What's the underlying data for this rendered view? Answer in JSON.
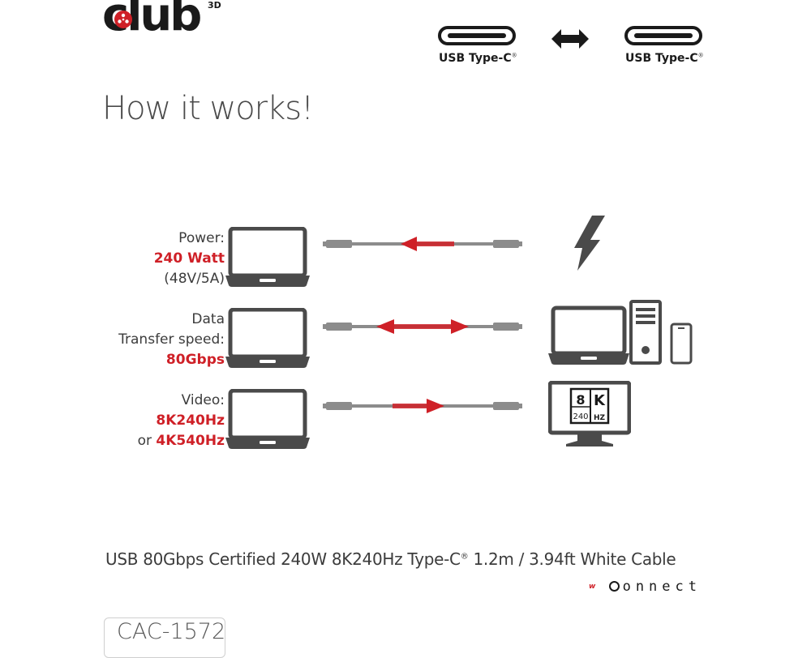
{
  "brand": {
    "logo_text": "club",
    "logo_sup": "3D"
  },
  "connectors": {
    "left_label": "USB Type-C",
    "right_label": "USB Type-C",
    "trademark": "®"
  },
  "heading": "How it works!",
  "rows": [
    {
      "lines": [
        {
          "text": "Power:",
          "emphasis": false
        },
        {
          "text": "240 Watt",
          "emphasis": true
        },
        {
          "text": "(48V/5A)",
          "emphasis": false
        }
      ],
      "device_icon": "lightning-bolt-icon",
      "arrow_direction": "left"
    },
    {
      "lines": [
        {
          "text": "Data",
          "emphasis": false
        },
        {
          "text": "Transfer speed:",
          "emphasis": false
        },
        {
          "text": "80Gbps",
          "emphasis": true
        }
      ],
      "device_icon": "laptop-desktop-phone-icon",
      "arrow_direction": "both"
    },
    {
      "lines": [
        {
          "text": "Video:",
          "emphasis": false
        },
        {
          "text": "8K240Hz",
          "emphasis": true
        },
        {
          "prefix": "or ",
          "text": "4K540Hz",
          "emphasis": true
        }
      ],
      "device_icon": "monitor-8k-icon",
      "arrow_direction": "right"
    }
  ],
  "monitor_badge": {
    "top": "8",
    "bottom": "240",
    "side_k": "K",
    "side_hz": "HZ"
  },
  "product": {
    "title_pre": "USB 80Gbps Certified 240W 8K240Hz Type-C",
    "title_sup": "®",
    "title_post": " 1.2m / 3.94ft White Cable",
    "sku": "CAC-1572"
  },
  "wconnect": {
    "prefix": "w",
    "text": "onnect"
  },
  "colors": {
    "accent_red": "#cf2027",
    "ink": "#1a1a1a",
    "device_gray": "#4a4a4a",
    "cable_gray": "#8c8c8c"
  }
}
